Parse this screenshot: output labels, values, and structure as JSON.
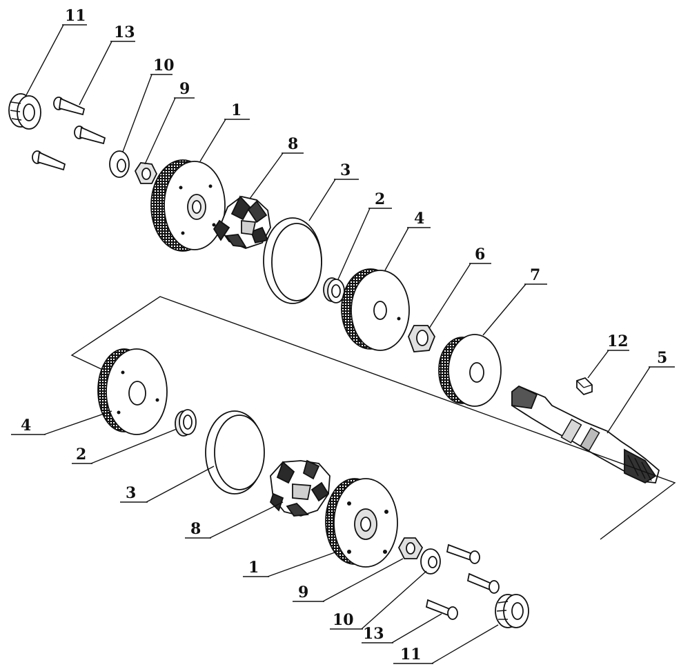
{
  "colors": {
    "ink": "#111111",
    "paper": "#ffffff",
    "shade": "#d8d8d8",
    "dark": "#2a2a2a"
  },
  "top_assembly": {
    "labels": [
      {
        "id": "top-11",
        "text": "11"
      },
      {
        "id": "top-13",
        "text": "13"
      },
      {
        "id": "top-10",
        "text": "10"
      },
      {
        "id": "top-9",
        "text": "9"
      },
      {
        "id": "top-1",
        "text": "1"
      },
      {
        "id": "top-8",
        "text": "8"
      },
      {
        "id": "top-3",
        "text": "3"
      },
      {
        "id": "top-2",
        "text": "2"
      },
      {
        "id": "top-4",
        "text": "4"
      },
      {
        "id": "top-6",
        "text": "6"
      },
      {
        "id": "top-7",
        "text": "7"
      },
      {
        "id": "top-12",
        "text": "12"
      },
      {
        "id": "top-5",
        "text": "5"
      }
    ]
  },
  "bottom_assembly": {
    "labels": [
      {
        "id": "bot-4",
        "text": "4"
      },
      {
        "id": "bot-2",
        "text": "2"
      },
      {
        "id": "bot-3",
        "text": "3"
      },
      {
        "id": "bot-8",
        "text": "8"
      },
      {
        "id": "bot-1",
        "text": "1"
      },
      {
        "id": "bot-9",
        "text": "9"
      },
      {
        "id": "bot-10",
        "text": "10"
      },
      {
        "id": "bot-13",
        "text": "13"
      },
      {
        "id": "bot-11",
        "text": "11"
      }
    ]
  }
}
